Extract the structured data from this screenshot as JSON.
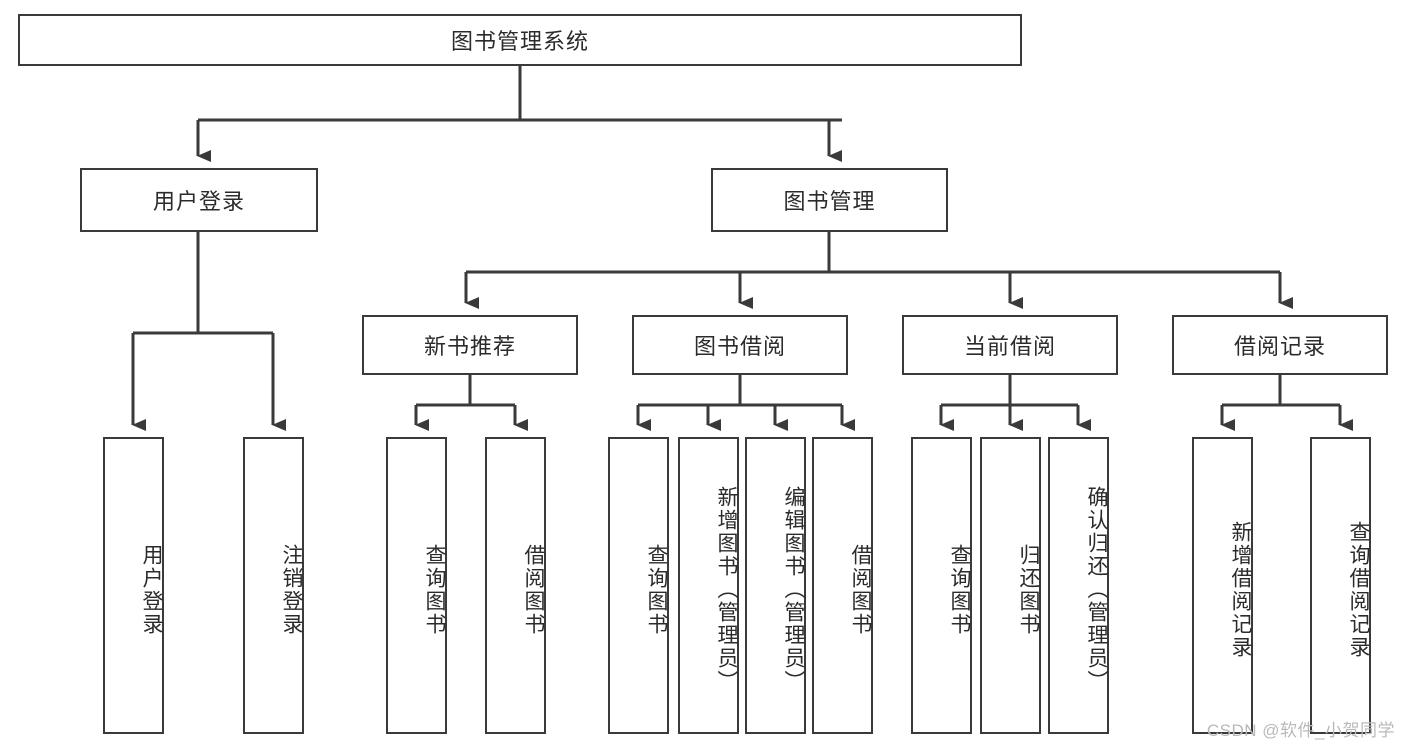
{
  "diagram": {
    "title": "图书管理系统",
    "watermark": "CSDN @软件_小贺同学",
    "stroke_color": "#3a3a3a",
    "text_color": "#2b2b2b",
    "background": "#ffffff"
  },
  "nodes": {
    "root": {
      "label": "图书管理系统"
    },
    "level2": [
      {
        "label": "用户登录"
      },
      {
        "label": "图书管理"
      }
    ],
    "level3": [
      {
        "label": "新书推荐"
      },
      {
        "label": "图书借阅"
      },
      {
        "label": "当前借阅"
      },
      {
        "label": "借阅记录"
      }
    ],
    "leaves": [
      {
        "label": "用户登录"
      },
      {
        "label": "注销登录"
      },
      {
        "label": "查询图书"
      },
      {
        "label": "借阅图书"
      },
      {
        "label": "查询图书"
      },
      {
        "label": "新增图书（管理员）"
      },
      {
        "label": "编辑图书（管理员）"
      },
      {
        "label": "借阅图书"
      },
      {
        "label": "查询图书"
      },
      {
        "label": "归还图书"
      },
      {
        "label": "确认归还（管理员）"
      },
      {
        "label": "新增借阅记录"
      },
      {
        "label": "查询借阅记录"
      }
    ]
  }
}
